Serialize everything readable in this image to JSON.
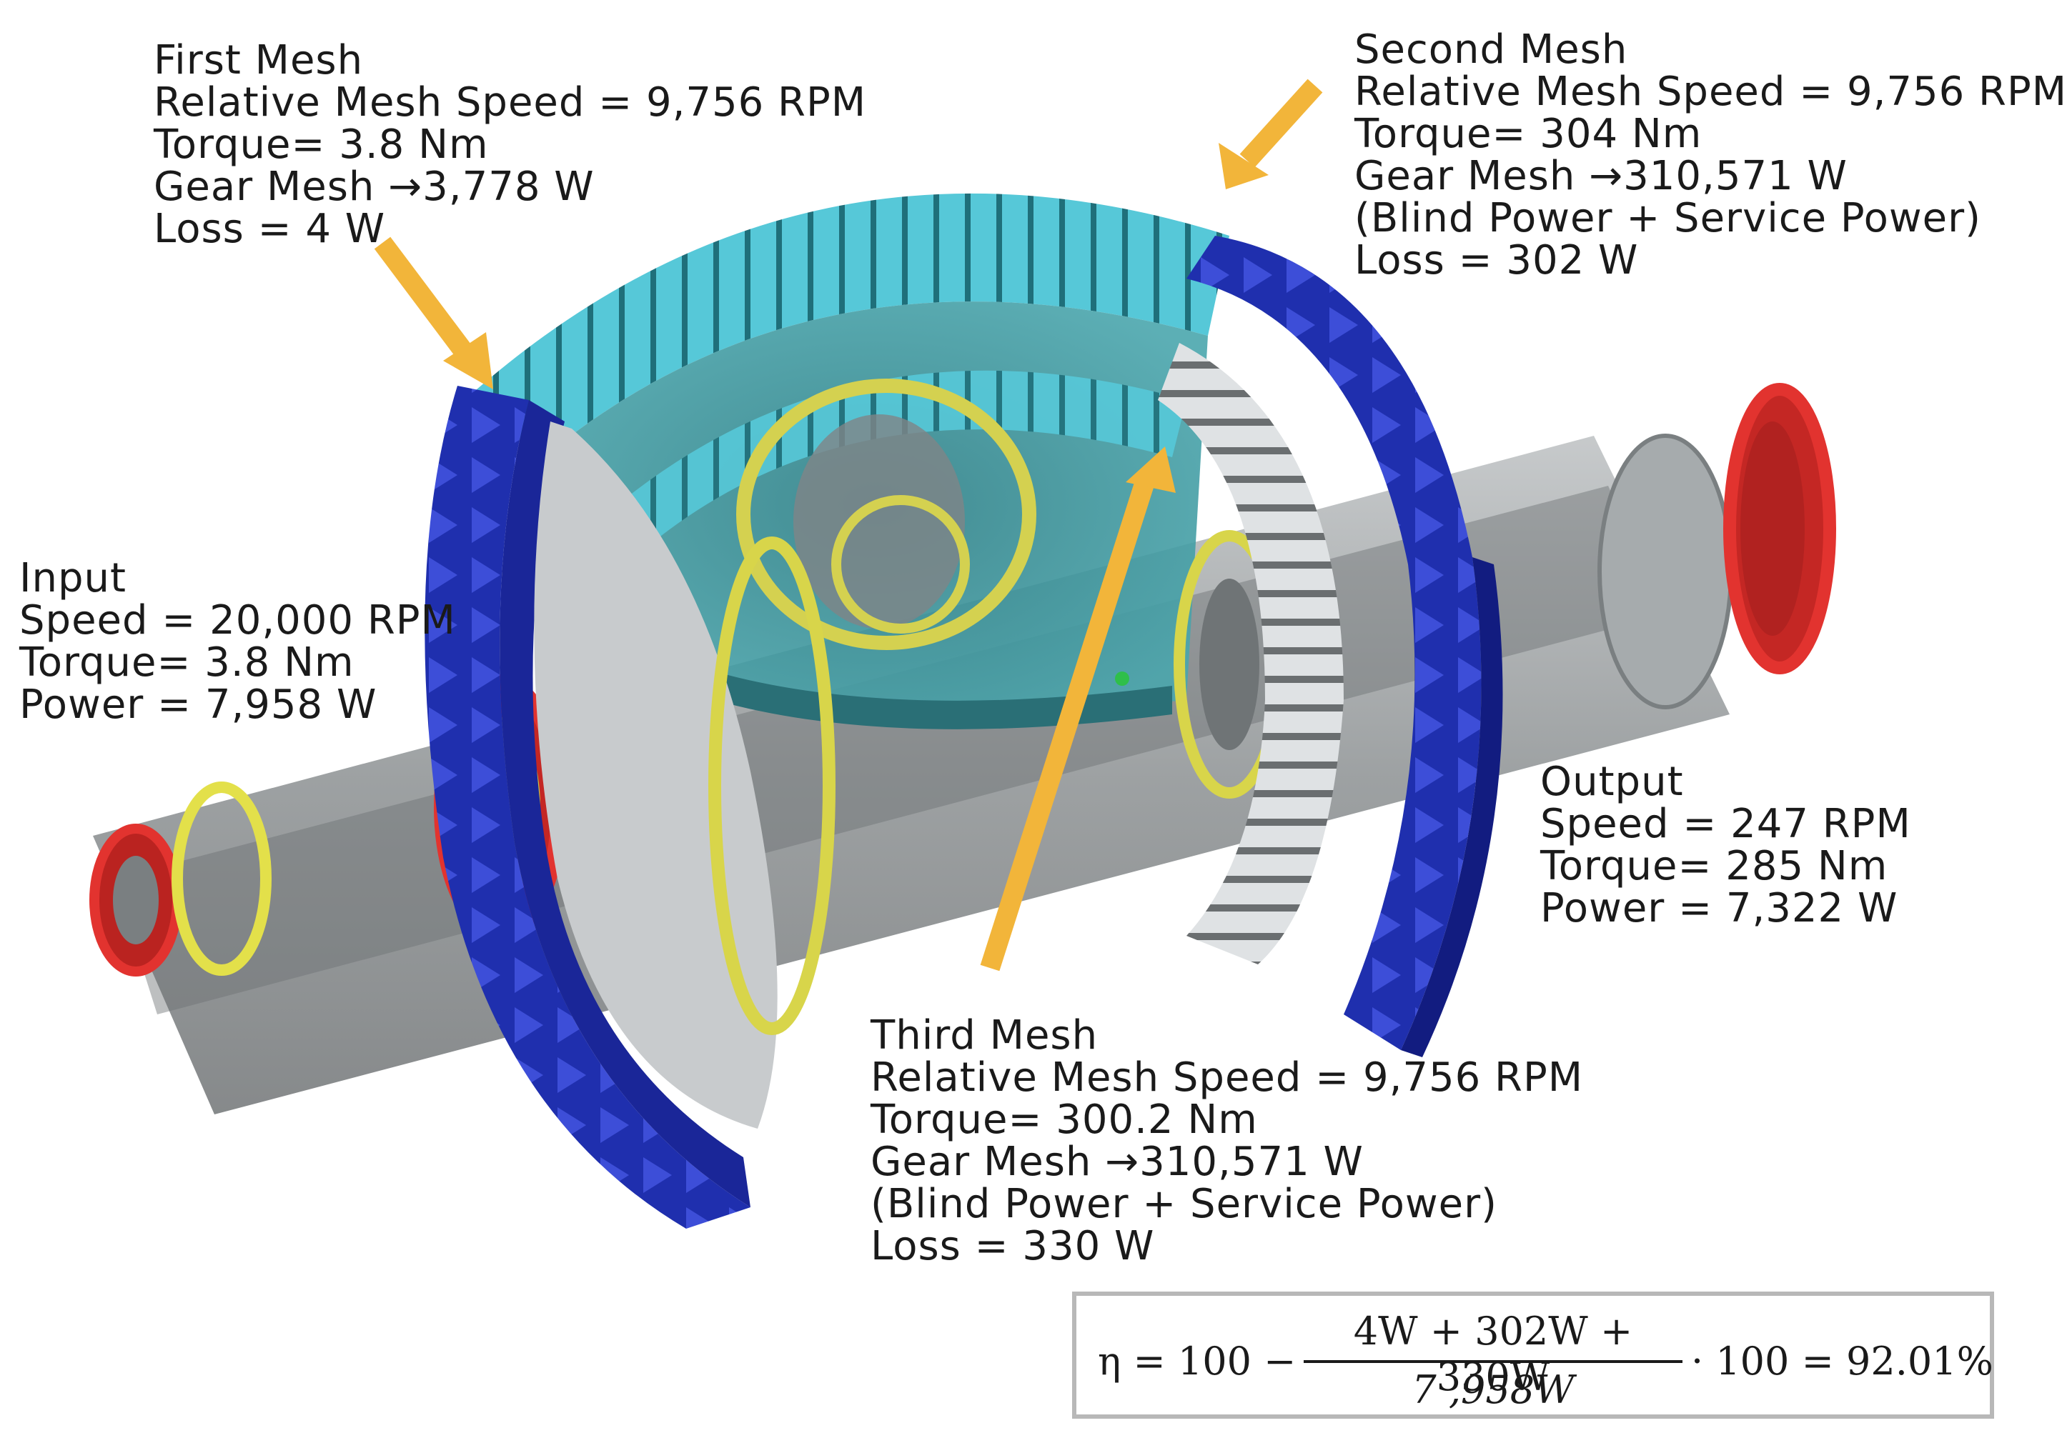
{
  "first_mesh": {
    "title": "First Mesh",
    "speed": "Relative Mesh Speed = 9,756 RPM",
    "torque": "Torque= 3.8 Nm",
    "gear_mesh": "Gear Mesh →3,778 W",
    "loss": "Loss = 4 W"
  },
  "second_mesh": {
    "title": "Second Mesh",
    "speed": "Relative Mesh Speed = 9,756 RPM",
    "torque": "Torque= 304 Nm",
    "gear_mesh": "Gear Mesh →310,571 W",
    "note": "(Blind Power + Service Power)",
    "loss": "Loss = 302 W"
  },
  "input": {
    "title": "Input",
    "speed": "Speed = 20,000 RPM",
    "torque": "Torque= 3.8 Nm",
    "power": "Power = 7,958 W"
  },
  "output": {
    "title": "Output",
    "speed": "Speed = 247 RPM",
    "torque": "Torque= 285 Nm",
    "power": "Power = 7,322 W"
  },
  "third_mesh": {
    "title": "Third Mesh",
    "speed": "Relative Mesh Speed = 9,756 RPM",
    "torque": "Torque= 300.2 Nm",
    "gear_mesh": "Gear Mesh →310,571 W",
    "note": "(Blind Power + Service Power)",
    "loss": "Loss = 330 W"
  },
  "formula": {
    "lhs": "η = 100 −",
    "numerator": "4W + 302W + 330W",
    "denominator": "7 ,958W",
    "rhs": "· 100 = 92.01%"
  },
  "colors": {
    "gear_blue": "#1c2aa8",
    "gear_cyan": "#4fc3d4",
    "gear_teal": "#3a8f96",
    "ring_red": "#d42a26",
    "ring_yellow": "#e3e04a",
    "shaft_grey": "#8c9193",
    "arrow_orange": "#f2b53a",
    "bevel_white": "#e6e8ea"
  }
}
